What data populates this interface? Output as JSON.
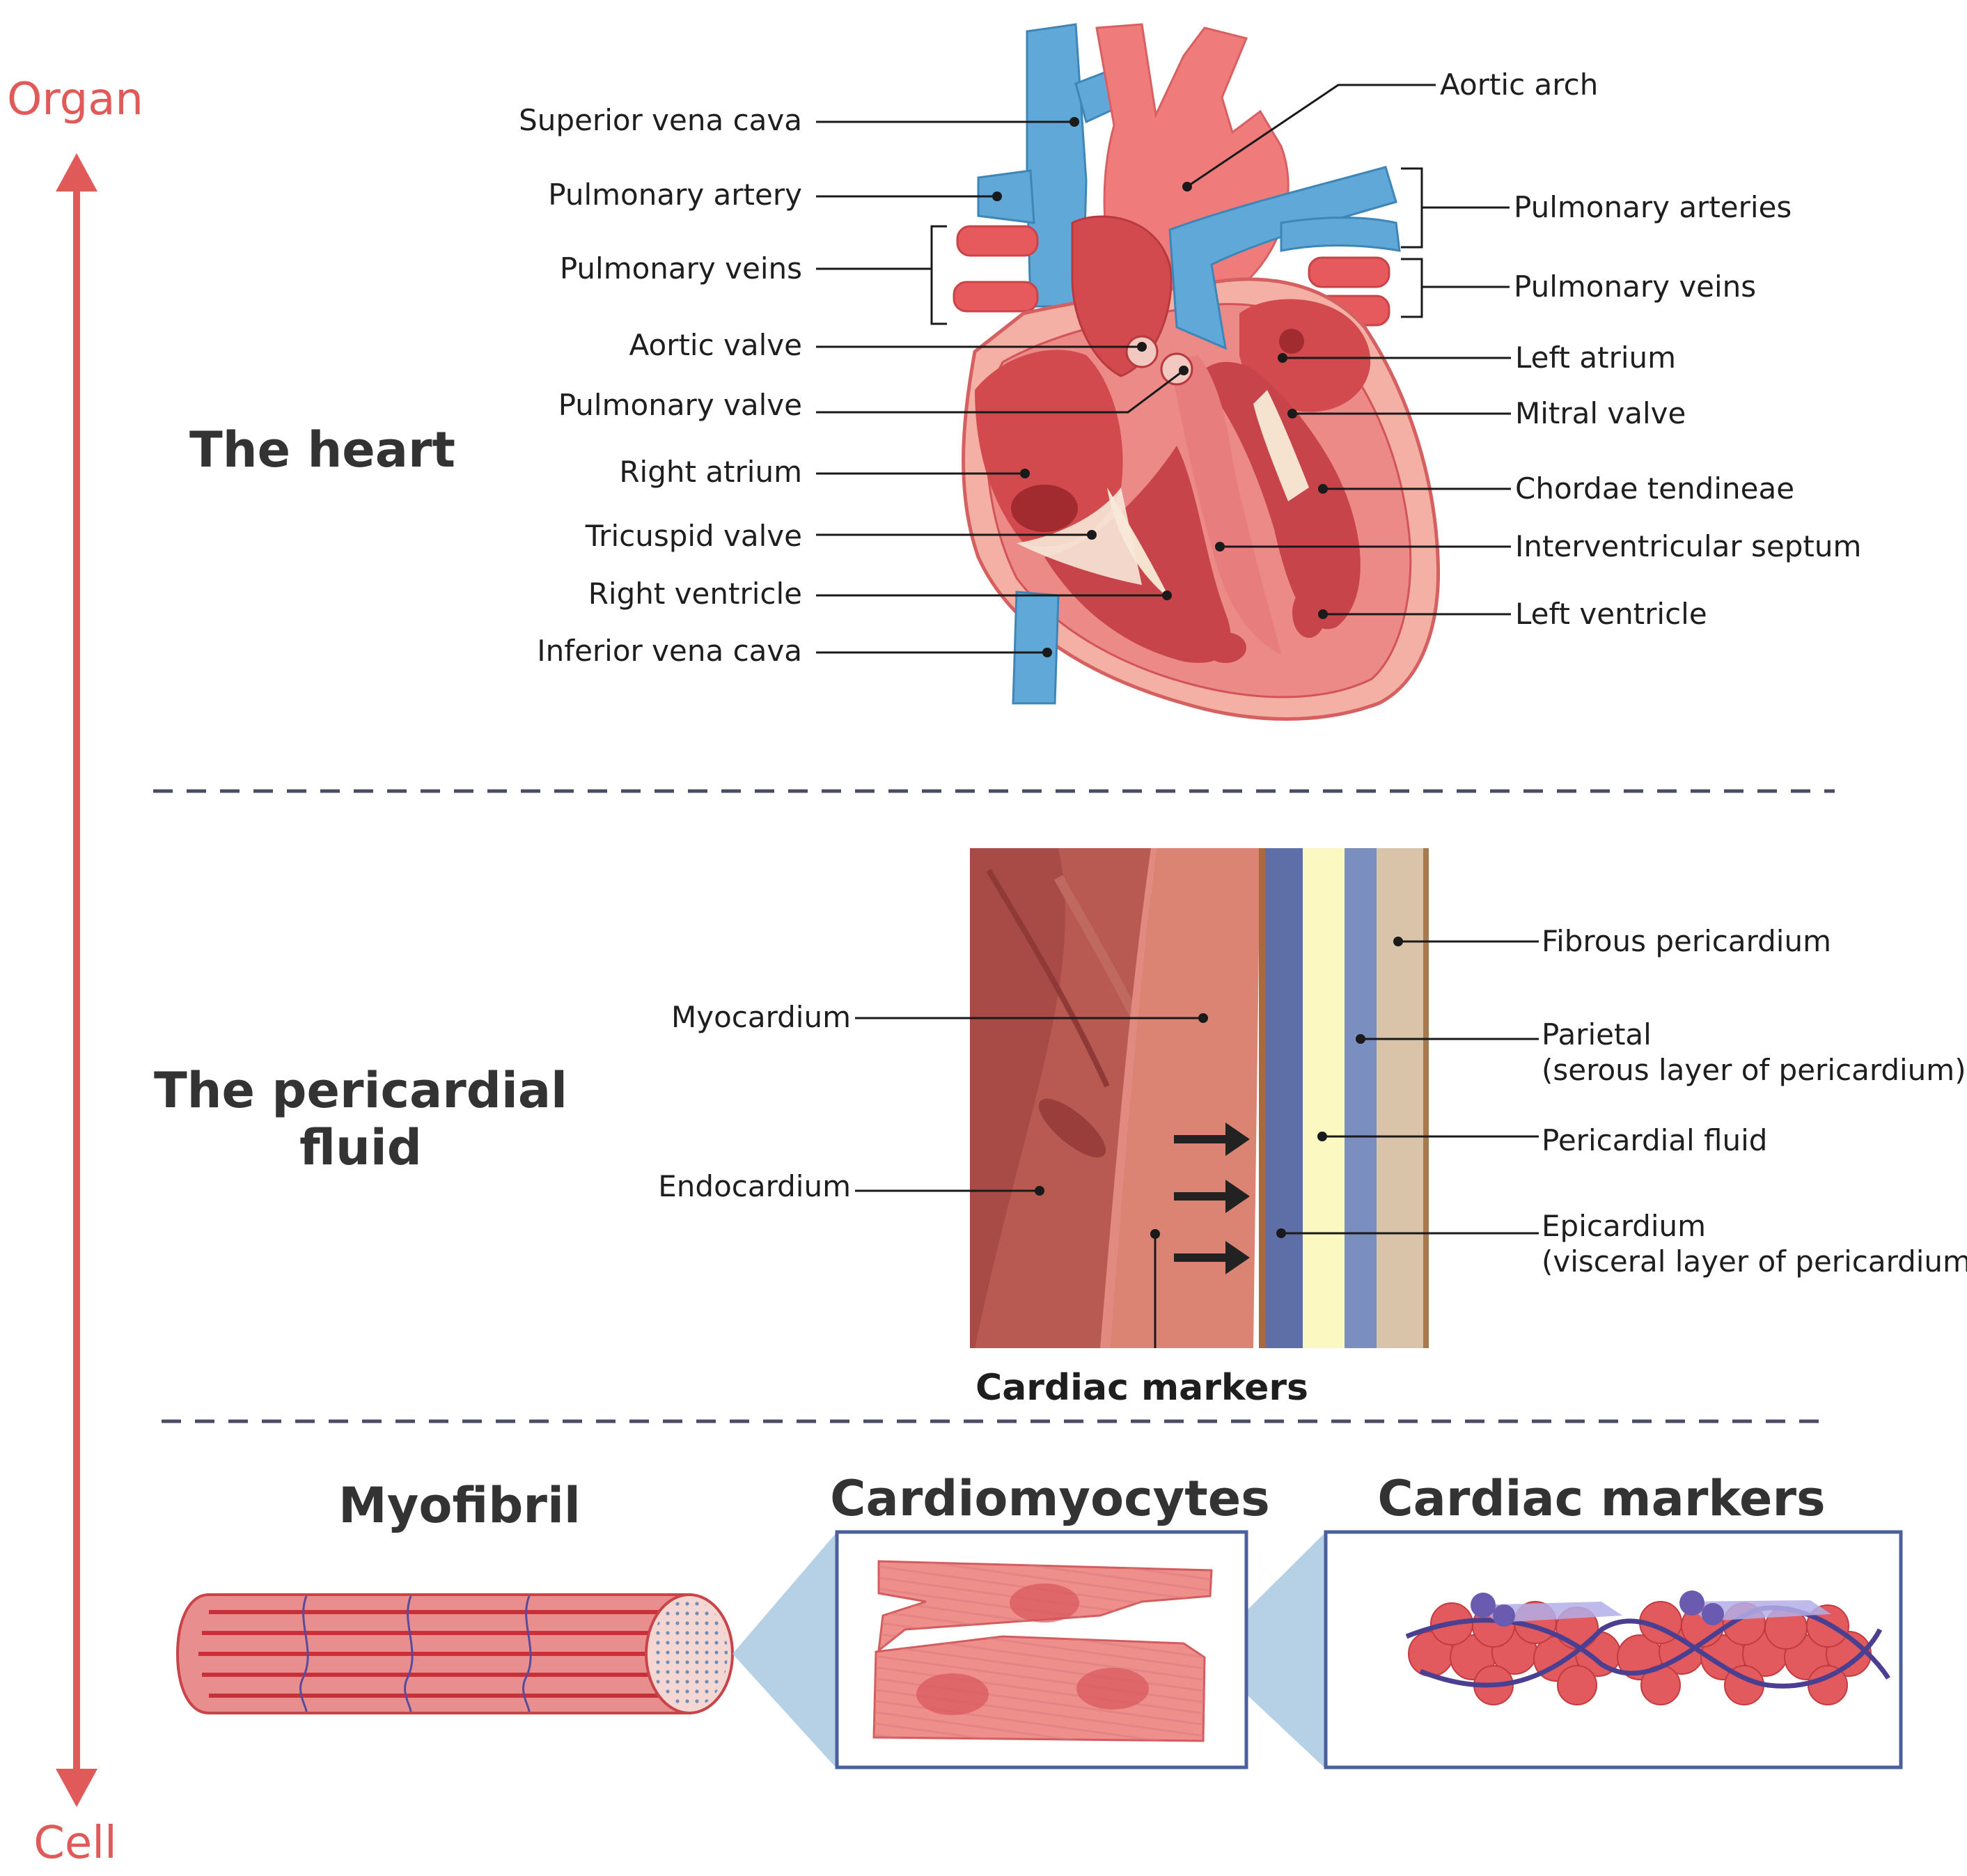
{
  "scale": {
    "top": "Organ",
    "bottom": "Cell"
  },
  "sections": {
    "heart": "The heart",
    "pericardial_line1": "The pericardial",
    "pericardial_line2": "fluid"
  },
  "heart_labels_left": [
    "Superior vena cava",
    "Pulmonary artery",
    "Pulmonary veins",
    "Aortic valve",
    "Pulmonary valve",
    "Right atrium",
    "Tricuspid valve",
    "Right ventricle",
    "Inferior vena cava"
  ],
  "heart_labels_right": [
    "Aortic arch",
    "Pulmonary arteries",
    "Pulmonary veins",
    "Left atrium",
    "Mitral valve",
    "Chordae tendineae",
    "Interventricular septum",
    "Left ventricle"
  ],
  "peri_left": [
    "Myocardium",
    "Endocardium"
  ],
  "peri_right": {
    "fibrous": "Fibrous pericardium",
    "parietal_1": "Parietal",
    "parietal_2": "(serous layer of pericardium)",
    "fluid": "Pericardial fluid",
    "epi_1": "Epicardium",
    "epi_2": "(visceral layer of  pericardium)"
  },
  "peri_caption": "Cardiac markers",
  "cells": {
    "myofibril": "Myofibril",
    "cardiomyocytes": "Cardiomyocytes",
    "markers": "Cardiac markers"
  },
  "colors": {
    "scale_red": "#e05a5a",
    "artery_red": "#ef7b7b",
    "vein_blue": "#5fa8d8",
    "muscle_red": "#d9555a",
    "fluid_yellow": "#fbf8c2",
    "membrane_blue": "#7a8fc0",
    "frame_blue": "#4a5f9c"
  }
}
